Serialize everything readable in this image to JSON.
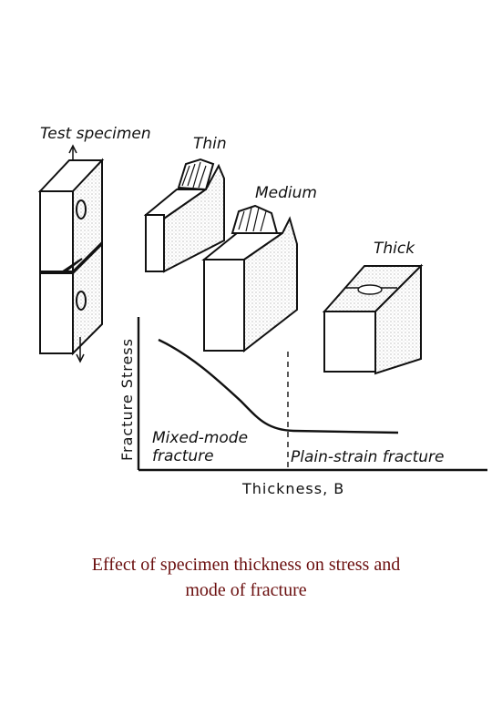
{
  "labels": {
    "test_specimen": "Test specimen",
    "thin": "Thin",
    "medium": "Medium",
    "thick": "Thick"
  },
  "graph": {
    "ylabel": "Fracture Stress",
    "xlabel": "Thickness, B",
    "region_left_line1": "Mixed-mode",
    "region_left_line2": "fracture",
    "region_right": "Plain-strain fracture"
  },
  "caption": {
    "line1": "Effect of specimen thickness on stress and",
    "line2": "mode of fracture"
  },
  "colors": {
    "caption": "#6b0f0f",
    "ink": "#111111"
  }
}
